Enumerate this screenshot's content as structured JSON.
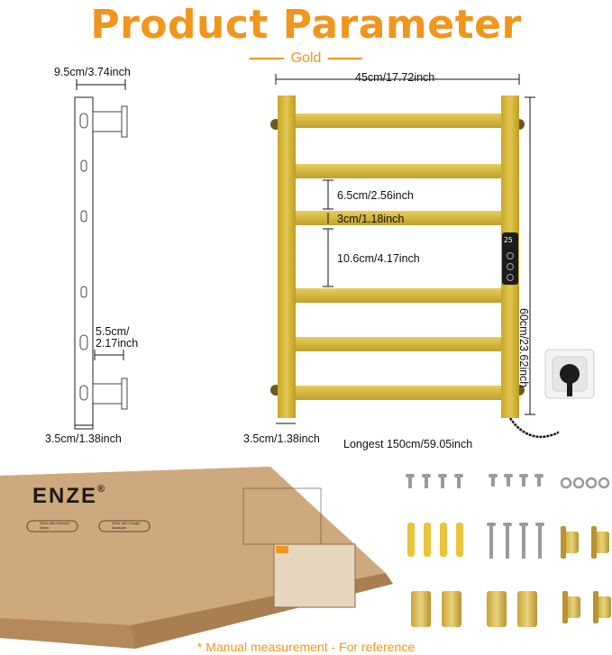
{
  "title": "Product Parameter",
  "subtitle": "Gold",
  "dims": {
    "side_depth": "9.5cm/3.74inch",
    "side_gap_line1": "5.5cm/",
    "side_gap_line2": "2.17inch",
    "side_bottom": "3.5cm/1.38inch",
    "width": "45cm/17.72inch",
    "height": "60cm/23.62inch",
    "gap_small": "6.5cm/2.56inch",
    "bar_height": "3cm/1.18inch",
    "gap_large": "10.6cm/4.17inch",
    "front_bottom": "3.5cm/1.38inch",
    "cable": "Longest 150cm/59.05inch"
  },
  "box": {
    "brand": "ENZE",
    "reg": "®",
    "badge1": "Work with Amazon Alexa",
    "badge2": "Work with Google Assistant"
  },
  "display_value": "25",
  "footer": "* Manual measurement - For reference",
  "colors": {
    "accent": "#f0961c",
    "gold": "#d4b63a",
    "box": "#c49a6c"
  }
}
